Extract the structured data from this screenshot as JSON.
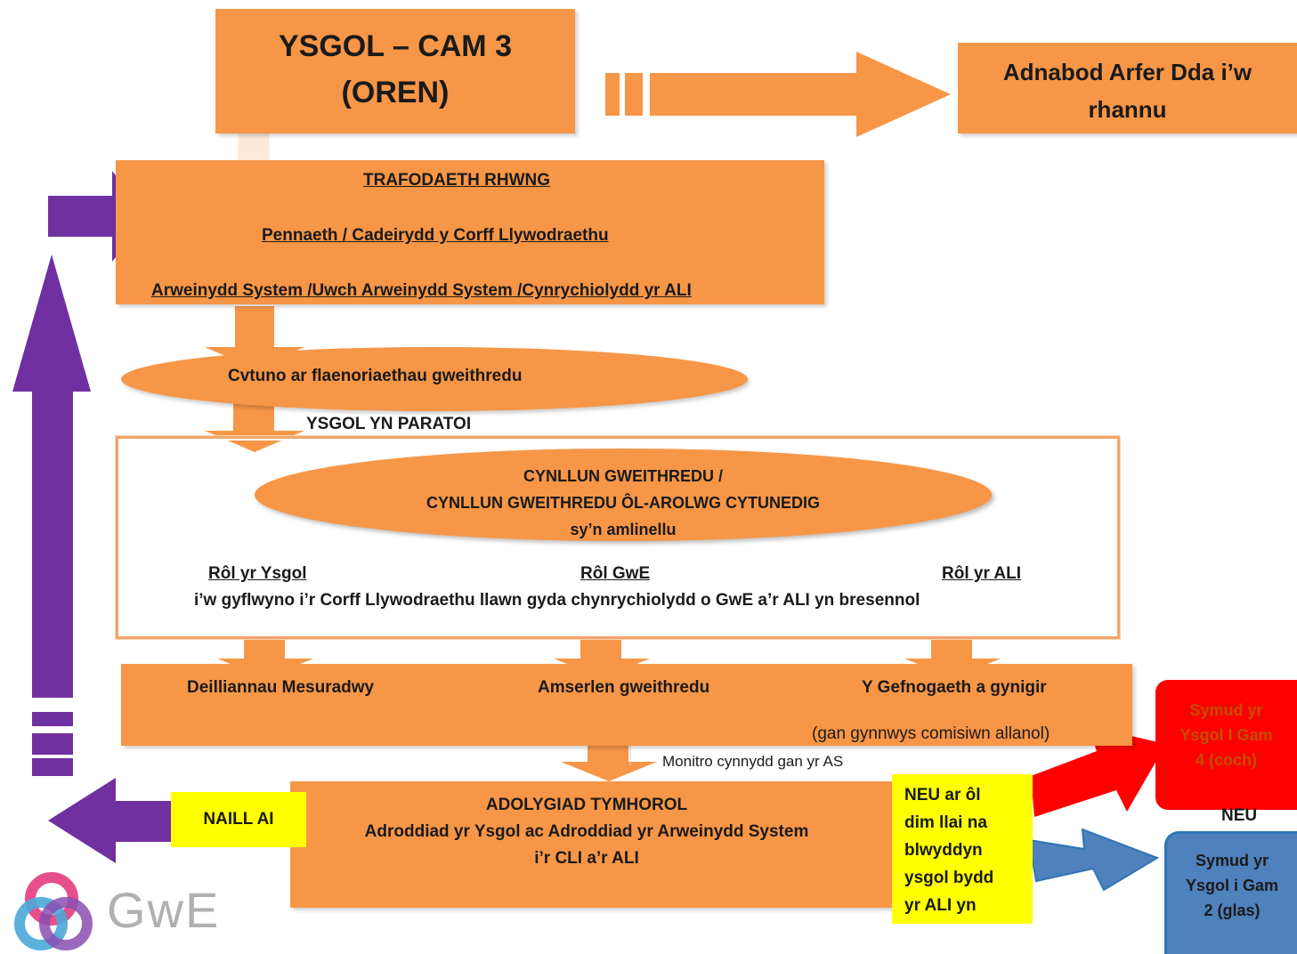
{
  "top_box": {
    "line1": "YSGOL – CAM 3",
    "line2": "(OREN)"
  },
  "good_practice_box": {
    "line1": "Adnabod  Arfer Dda i’w",
    "line2": "rhannu"
  },
  "discussion_box": {
    "heading": "TRAFODAETH RHWNG",
    "line1": "Pennaeth / Cadeirydd y Corff Llywodraethu",
    "line2": "Arweinydd System /Uwch Arweinydd System /Cynrychiolydd yr ALI"
  },
  "priorities_ellipse": {
    "label": "Cvtuno ar flaenoriaethau gweithredu"
  },
  "school_prepares_label": "YSGOL YN PARATOI",
  "plan_ellipse": {
    "line1": "CYNLLUN  GWEITHREDU  /",
    "line2": "CYNLLUN  GWEITHREDU  ÔL-AROLWG  CYTUNEDIG",
    "line3": "sy’n amlinellu"
  },
  "roles": {
    "school": "Rôl yr Ysgol",
    "gwe": "Rôl GwE",
    "ali": "Rôl yr ALI",
    "present_line": "i’w gyflwyno i’r Corff Llywodraethu llawn gyda chynrychiolydd o GwE a’r ALI yn bresennol"
  },
  "outcomes_box": {
    "col1": "Deilliannau Mesuradwy",
    "col2": "Amserlen gweithredu",
    "col3": "Y Gefnogaeth a gynigir",
    "note": "(gan gynnwys comisiwn allanol)"
  },
  "monitor_label": "Monitro cynnydd gan yr AS",
  "review_box": {
    "line1": "ADOLYGIAD TYMHOROL",
    "line2": "Adroddiad yr Ysgol ac Adroddiad yr Arweinydd System",
    "line3": "i’r CLI  a’r ALI"
  },
  "either_label": "NAILL AI",
  "or_after_box": {
    "lines": [
      "NEU ar ôl",
      "dim llai na",
      "blwyddyn",
      "ysgol bydd",
      "yr ALI yn"
    ]
  },
  "red_box": {
    "lines": [
      "Symud yr",
      "Ysgol I Gam",
      "4 (coch)"
    ]
  },
  "or_label": "NEU",
  "blue_box": {
    "lines": [
      "Symud yr",
      "Ysgol i Gam",
      "2 (glas)"
    ]
  },
  "logo": {
    "text": "GwE"
  },
  "colors": {
    "orange": "#f79646",
    "purple": "#7030a0",
    "yellow": "#ffff00",
    "red": "#ff0000",
    "blue": "#4f81bd",
    "arrow_light": "#fde9d9"
  }
}
